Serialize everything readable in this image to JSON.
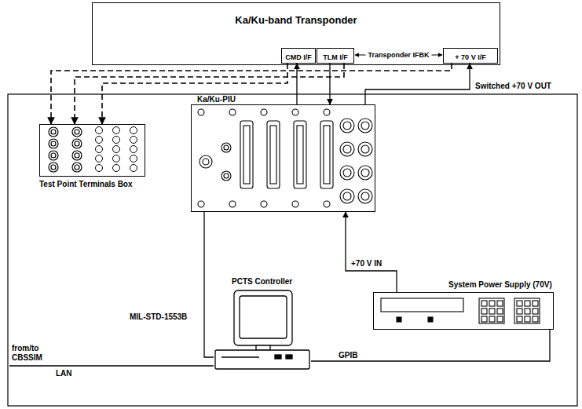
{
  "diagram": {
    "nodes": [
      {
        "text": [
          "Ka/Ku-band Transponder"
        ]
      },
      {
        "text": [
          "CMD I/F"
        ],
        "in": 0
      },
      {
        "text": [
          "TLM I/F"
        ],
        "in": 0
      },
      {
        "text": [
          "+ 70 V I/F"
        ],
        "in": 0
      },
      {
        "text": [
          "Test Point Terminals Box"
        ]
      },
      {
        "text": [
          "Ka/Ku-PIU"
        ]
      },
      {
        "text": [
          "PCTS Controller"
        ]
      },
      {
        "text": [
          "System Power Supply (70V)"
        ]
      }
    ],
    "edges": [
      {
        "from": 5,
        "to": 1,
        "arrow": "to"
      },
      {
        "from": 2,
        "to": 5,
        "arrow": "to"
      },
      {
        "from": 5,
        "to": 3,
        "arrow": "to",
        "label": "Switched +70 V OUT"
      },
      {
        "from": 1,
        "to": 4,
        "arrow": "to"
      },
      {
        "from": 2,
        "to": 4,
        "arrow": "to"
      },
      {
        "from": 3,
        "to": 4,
        "arrow": "to"
      },
      {
        "from": 7,
        "to": 5,
        "arrow": "to",
        "label": "+70 V IN"
      },
      {
        "from": 6,
        "to": 5,
        "arrow": "none",
        "label": "MIL-STD-1553B"
      },
      {
        "from": 6,
        "to": 7,
        "arrow": "none",
        "label": "GPIB"
      }
    ],
    "labels": [
      "Transponder IFBK",
      "from/to CBSSIM",
      "LAN"
    ]
  }
}
